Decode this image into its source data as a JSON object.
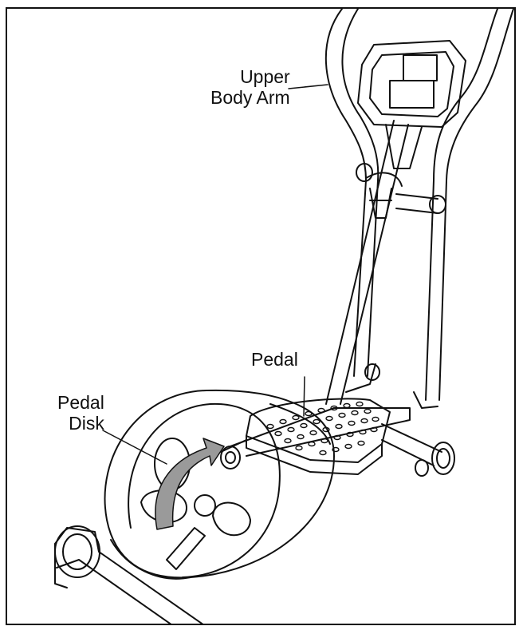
{
  "labels": {
    "upper_body_arm": [
      "Upper",
      "Body Arm"
    ],
    "pedal": "Pedal",
    "pedal_disk": [
      "Pedal",
      "Disk"
    ]
  },
  "colors": {
    "line": "#111111",
    "arrow_fill": "#9a9a9a",
    "background": "#ffffff"
  }
}
